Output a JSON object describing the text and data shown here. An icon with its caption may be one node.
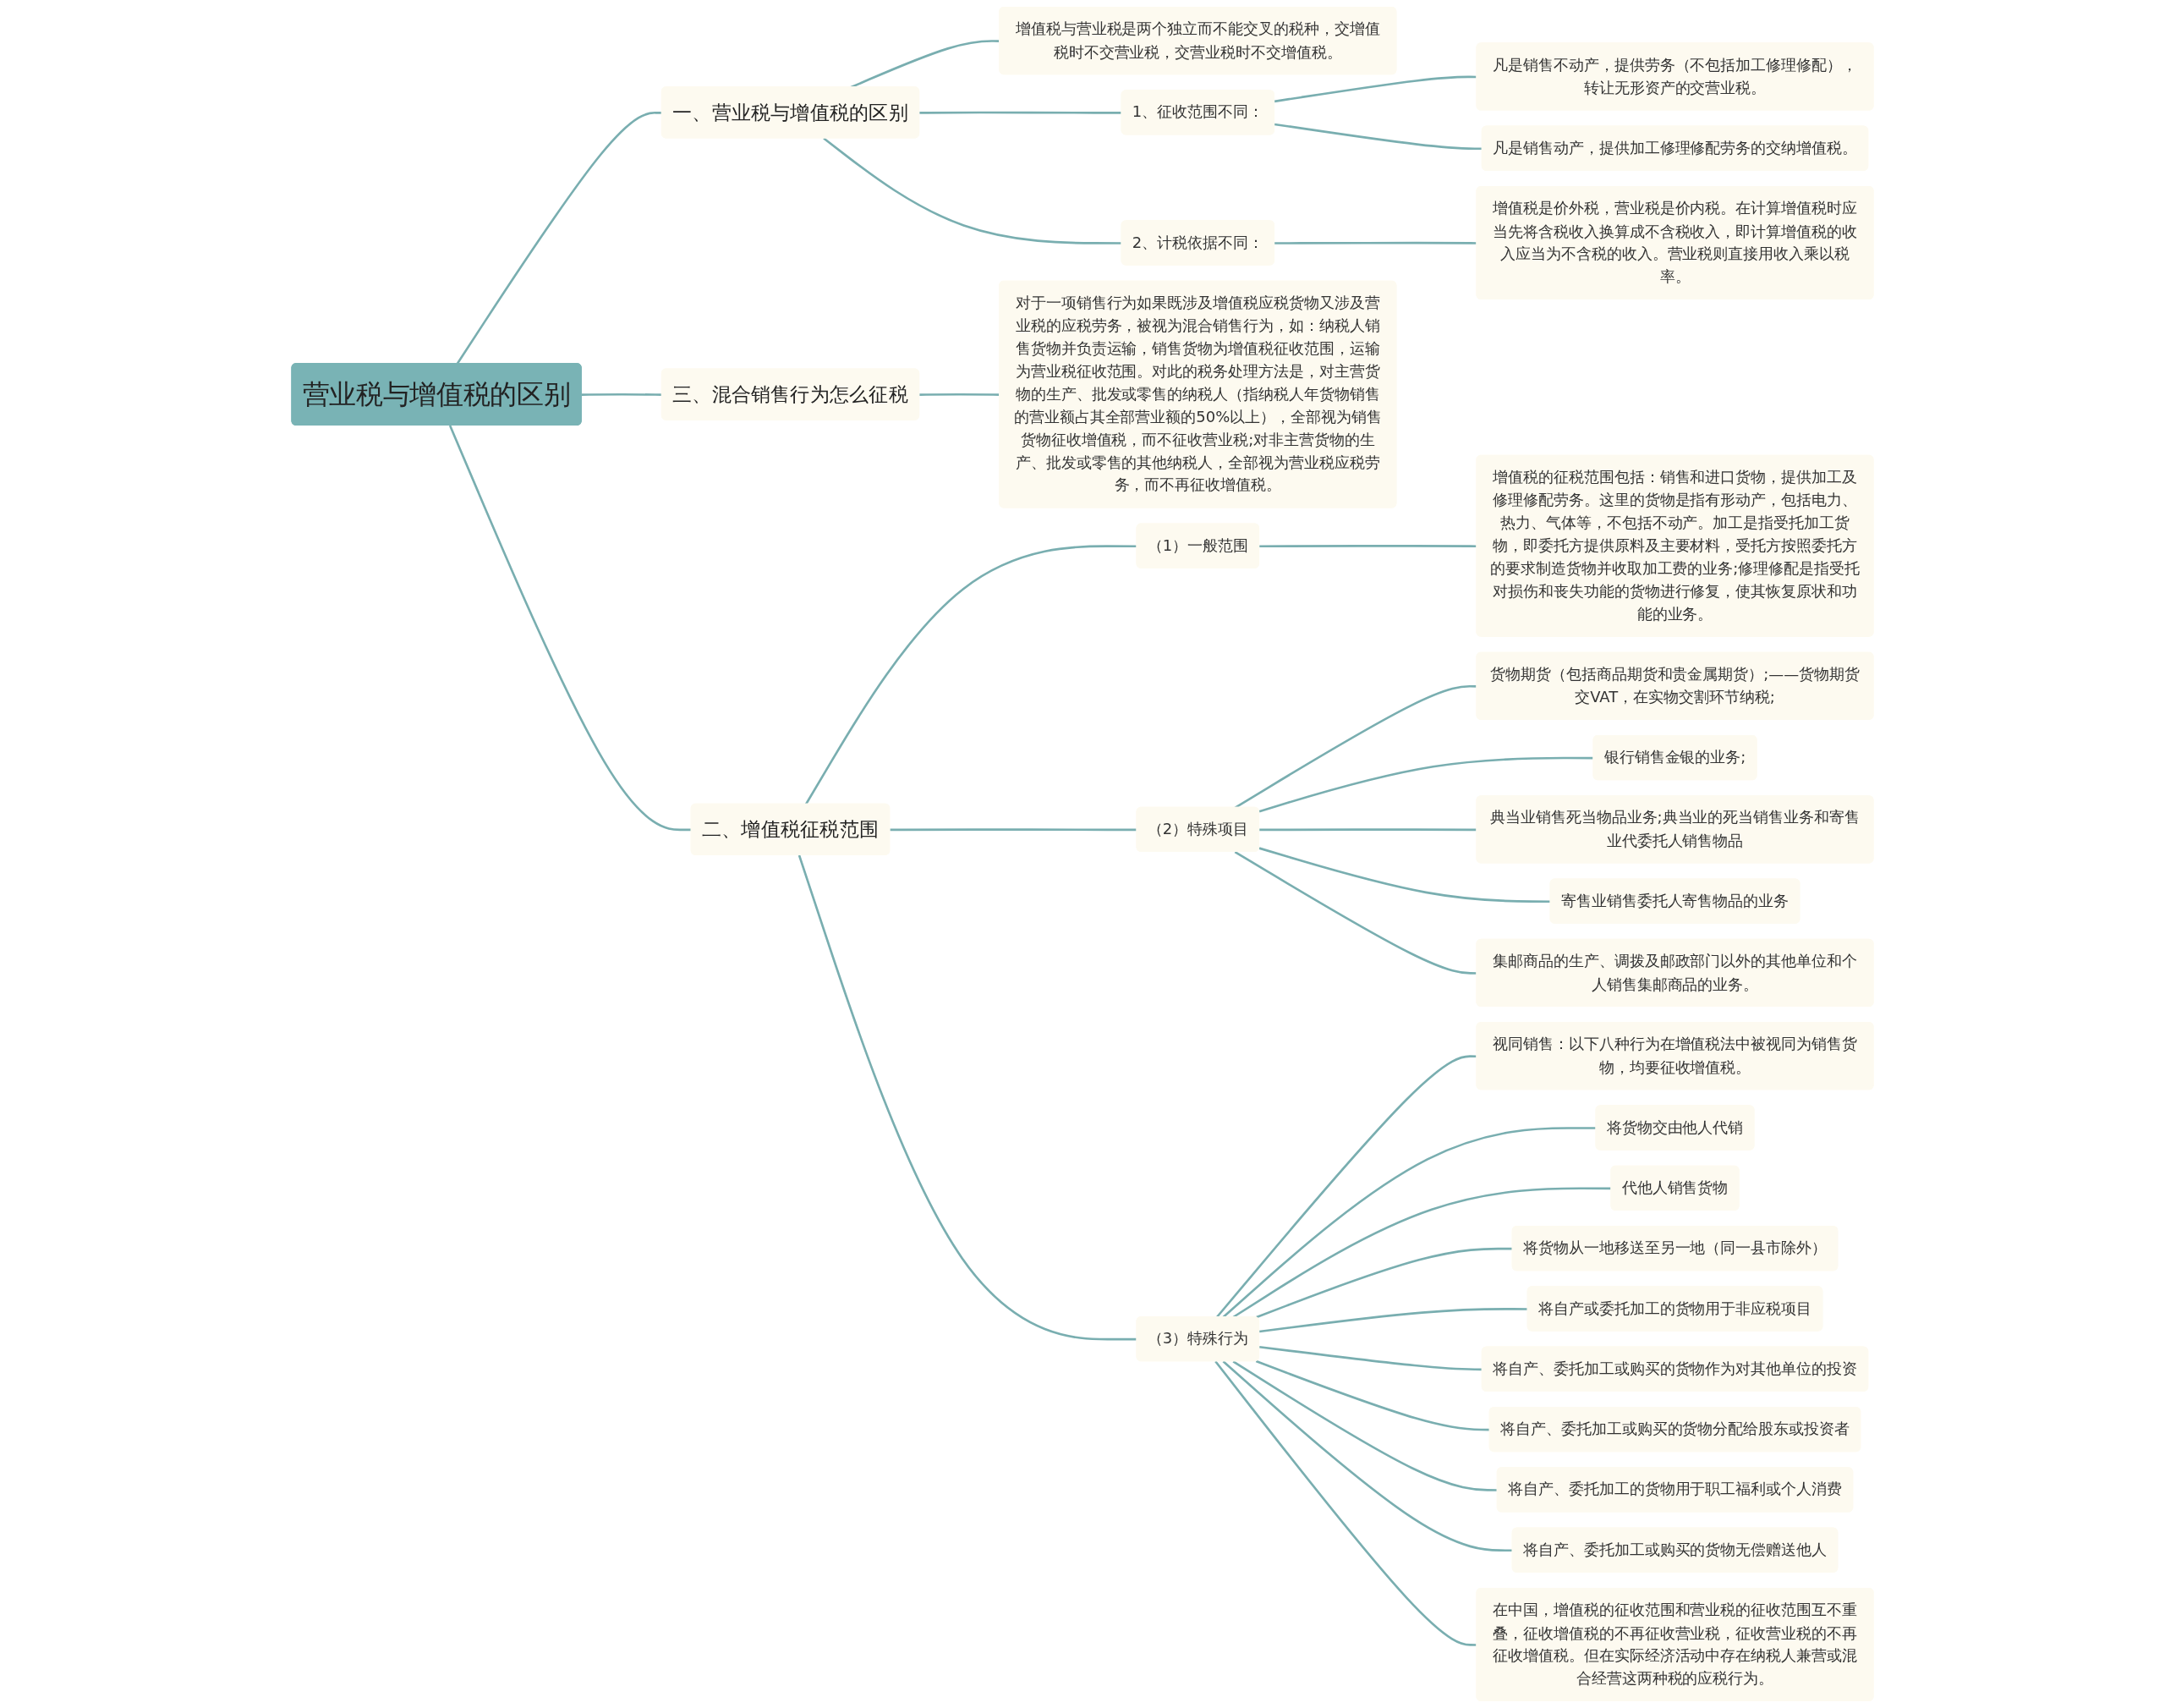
{
  "diagram": {
    "nodes": [
      {
        "text": [
          "营业税与增值税的区别"
        ]
      },
      {
        "text": [
          "一、营业税与增值税的区别"
        ]
      },
      {
        "text": [
          "增值税与营业税是两个独立而不能交叉的税种，交增值税时不交营业税，交营业税时不交增值税。"
        ]
      },
      {
        "text": [
          "1、征收范围不同："
        ]
      },
      {
        "text": [
          "凡是销售不动产，提供劳务（不包括加工修理修配），转让无形资产的交营业税。"
        ]
      },
      {
        "text": [
          "凡是销售动产，提供加工修理修配劳务的交纳增值税。"
        ]
      },
      {
        "text": [
          "2、计税依据不同："
        ]
      },
      {
        "text": [
          "增值税是价外税，营业税是价内税。在计算增值税时应当先将含税收入换算成不含税收入，即计算增值税的收入应当为不含税的收入。营业税则直接用收入乘以税率。"
        ]
      },
      {
        "text": [
          "二、增值税征税范围"
        ]
      },
      {
        "text": [
          "（1）一般范围"
        ]
      },
      {
        "text": [
          "增值税的征税范围包括：销售和进口货物，提供加工及修理修配劳务。这里的货物是指有形动产，包括电力、热力、气体等，不包括不动产。加工是指受托加工货物，即委托方提供原料及主要材料，受托方按照委托方的要求制造货物并收取加工费的业务;修理修配是指受托对损伤和丧失功能的货物进行修复，使其恢复原状和功能的业务。"
        ]
      },
      {
        "text": [
          "（2）特殊项目"
        ]
      },
      {
        "text": [
          "货物期货（包括商品期货和贵金属期货）;——货物期货交VAT，在实物交割环节纳税;"
        ]
      },
      {
        "text": [
          "银行销售金银的业务;"
        ]
      },
      {
        "text": [
          "典当业销售死当物品业务;典当业的死当销售业务和寄售业代委托人销售物品"
        ]
      },
      {
        "text": [
          "寄售业销售委托人寄售物品的业务"
        ]
      },
      {
        "text": [
          "集邮商品的生产、调拨及邮政部门以外的其他单位和个人销售集邮商品的业务。"
        ]
      },
      {
        "text": [
          "（3）特殊行为"
        ]
      },
      {
        "text": [
          "视同销售：以下八种行为在增值税法中被视同为销售货物，均要征收增值税。"
        ]
      },
      {
        "text": [
          "将货物交由他人代销"
        ]
      },
      {
        "text": [
          "代他人销售货物"
        ]
      },
      {
        "text": [
          "将货物从一地移送至另一地（同一县市除外）"
        ]
      },
      {
        "text": [
          "将自产或委托加工的货物用于非应税项目"
        ]
      },
      {
        "text": [
          "将自产、委托加工或购买的货物作为对其他单位的投资"
        ]
      },
      {
        "text": [
          "将自产、委托加工或购买的货物分配给股东或投资者"
        ]
      },
      {
        "text": [
          "将自产、委托加工的货物用于职工福利或个人消费"
        ]
      },
      {
        "text": [
          "将自产、委托加工或购买的货物无偿赠送他人"
        ]
      },
      {
        "text": [
          "在中国，增值税的征收范围和营业税的征收范围互不重叠，征收增值税的不再征收营业税，征收营业税的不再征收增值税。但在实际经济活动中存在纳税人兼营或混合经营这两种税的应税行为。"
        ]
      },
      {
        "text": [
          "三、混合销售行为怎么征税"
        ]
      },
      {
        "text": [
          "对于一项销售行为如果既涉及增值税应税货物又涉及营业税的应税劳务，被视为混合销售行为，如：纳税人销售货物并负责运输，销售货物为增值税征收范围，运输为营业税征收范围。对此的税务处理方法是，对主营货物的生产、批发或零售的纳税人（指纳税人年货物销售的营业额占其全部营业额的50%以上），全部视为销售货物征收增值税，而不征收营业税;对非主营货物的生产、批发或零售的其他纳税人，全部视为营业税应税劳务，而不再征收增值税。"
        ]
      }
    ],
    "edges": [
      {
        "from": 0,
        "to": 1,
        "arrow": "none"
      },
      {
        "from": 1,
        "to": 2,
        "arrow": "none"
      },
      {
        "from": 1,
        "to": 3,
        "arrow": "none"
      },
      {
        "from": 3,
        "to": 4,
        "arrow": "none"
      },
      {
        "from": 3,
        "to": 5,
        "arrow": "none"
      },
      {
        "from": 1,
        "to": 6,
        "arrow": "none"
      },
      {
        "from": 6,
        "to": 7,
        "arrow": "none"
      },
      {
        "from": 0,
        "to": 8,
        "arrow": "none"
      },
      {
        "from": 8,
        "to": 9,
        "arrow": "none"
      },
      {
        "from": 9,
        "to": 10,
        "arrow": "none"
      },
      {
        "from": 8,
        "to": 11,
        "arrow": "none"
      },
      {
        "from": 11,
        "to": 12,
        "arrow": "none"
      },
      {
        "from": 11,
        "to": 13,
        "arrow": "none"
      },
      {
        "from": 11,
        "to": 14,
        "arrow": "none"
      },
      {
        "from": 11,
        "to": 15,
        "arrow": "none"
      },
      {
        "from": 11,
        "to": 16,
        "arrow": "none"
      },
      {
        "from": 8,
        "to": 17,
        "arrow": "none"
      },
      {
        "from": 17,
        "to": 18,
        "arrow": "none"
      },
      {
        "from": 17,
        "to": 19,
        "arrow": "none"
      },
      {
        "from": 17,
        "to": 20,
        "arrow": "none"
      },
      {
        "from": 17,
        "to": 21,
        "arrow": "none"
      },
      {
        "from": 17,
        "to": 22,
        "arrow": "none"
      },
      {
        "from": 17,
        "to": 23,
        "arrow": "none"
      },
      {
        "from": 17,
        "to": 24,
        "arrow": "none"
      },
      {
        "from": 17,
        "to": 25,
        "arrow": "none"
      },
      {
        "from": 17,
        "to": 26,
        "arrow": "none"
      },
      {
        "from": 17,
        "to": 27,
        "arrow": "none"
      },
      {
        "from": 0,
        "to": 28,
        "arrow": "none"
      },
      {
        "from": 28,
        "to": 29,
        "arrow": "none"
      }
    ]
  }
}
